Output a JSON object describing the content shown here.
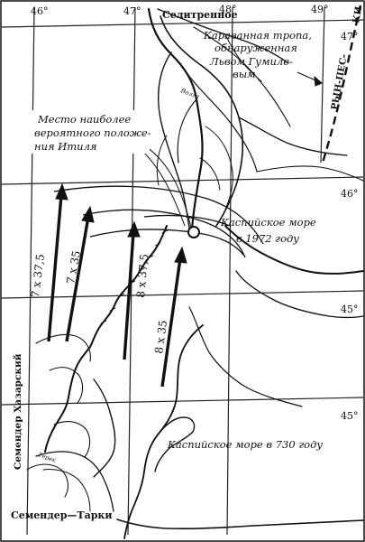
{
  "labels": {
    "selitrennoe": "Селитренное",
    "caravan_line1": "Караванная тропа,",
    "caravan_line2": "обнаруженная",
    "caravan_line3": "Львом Гумиле-",
    "caravan_line4": "вым",
    "ryn_pes": "РЫН-ПЕС-",
    "ki": "КИ",
    "itil_line1": "Место наиболее",
    "itil_line2": "вероятного положе-",
    "itil_line3": "ния Итиля",
    "volga": "Волга",
    "caspian_1972_line1": "Каспийское море",
    "caspian_1972_line2": "в 1972 году",
    "caspian_730": "Каспийское море в 730 году",
    "semender_khazar": "Семендер Хазарский",
    "semender_tarki": "Семендер—Тарки",
    "terek": "Терек",
    "arrow_7x37_5": "7 х 37,5",
    "arrow_7x35": "7 х 35",
    "arrow_8x37_5": "8 х 37,5",
    "arrow_8x35": "8 х 35"
  },
  "graticule": {
    "lon_46": "46°",
    "lon_47": "47°",
    "lon_48": "48°",
    "lon_49": "49°",
    "lat_47": "47°",
    "lat_46": "46°",
    "lat_45a": "45°",
    "lat_45b": "45°"
  }
}
